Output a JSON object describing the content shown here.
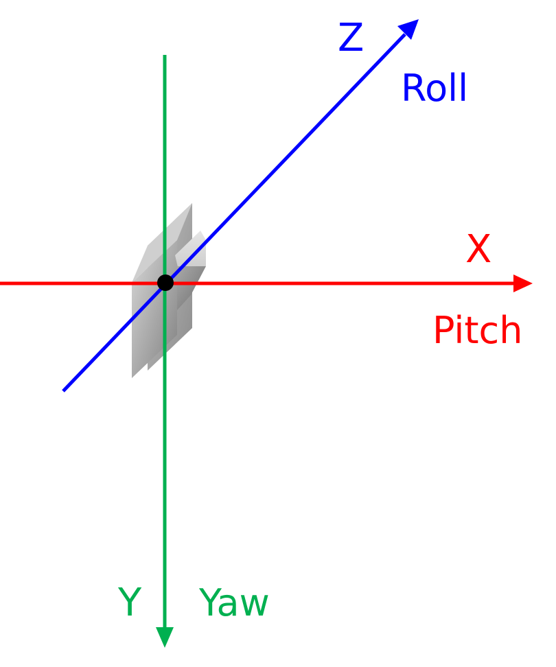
{
  "axes": {
    "x": {
      "letter": "X",
      "rotation": "Pitch",
      "color": "#ff0000"
    },
    "y": {
      "letter": "Y",
      "rotation": "Yaw",
      "color": "#00b050"
    },
    "z": {
      "letter": "Z",
      "rotation": "Roll",
      "color": "#0000ff"
    }
  },
  "origin_color": "#000000",
  "object_color": "#a6a6a6"
}
